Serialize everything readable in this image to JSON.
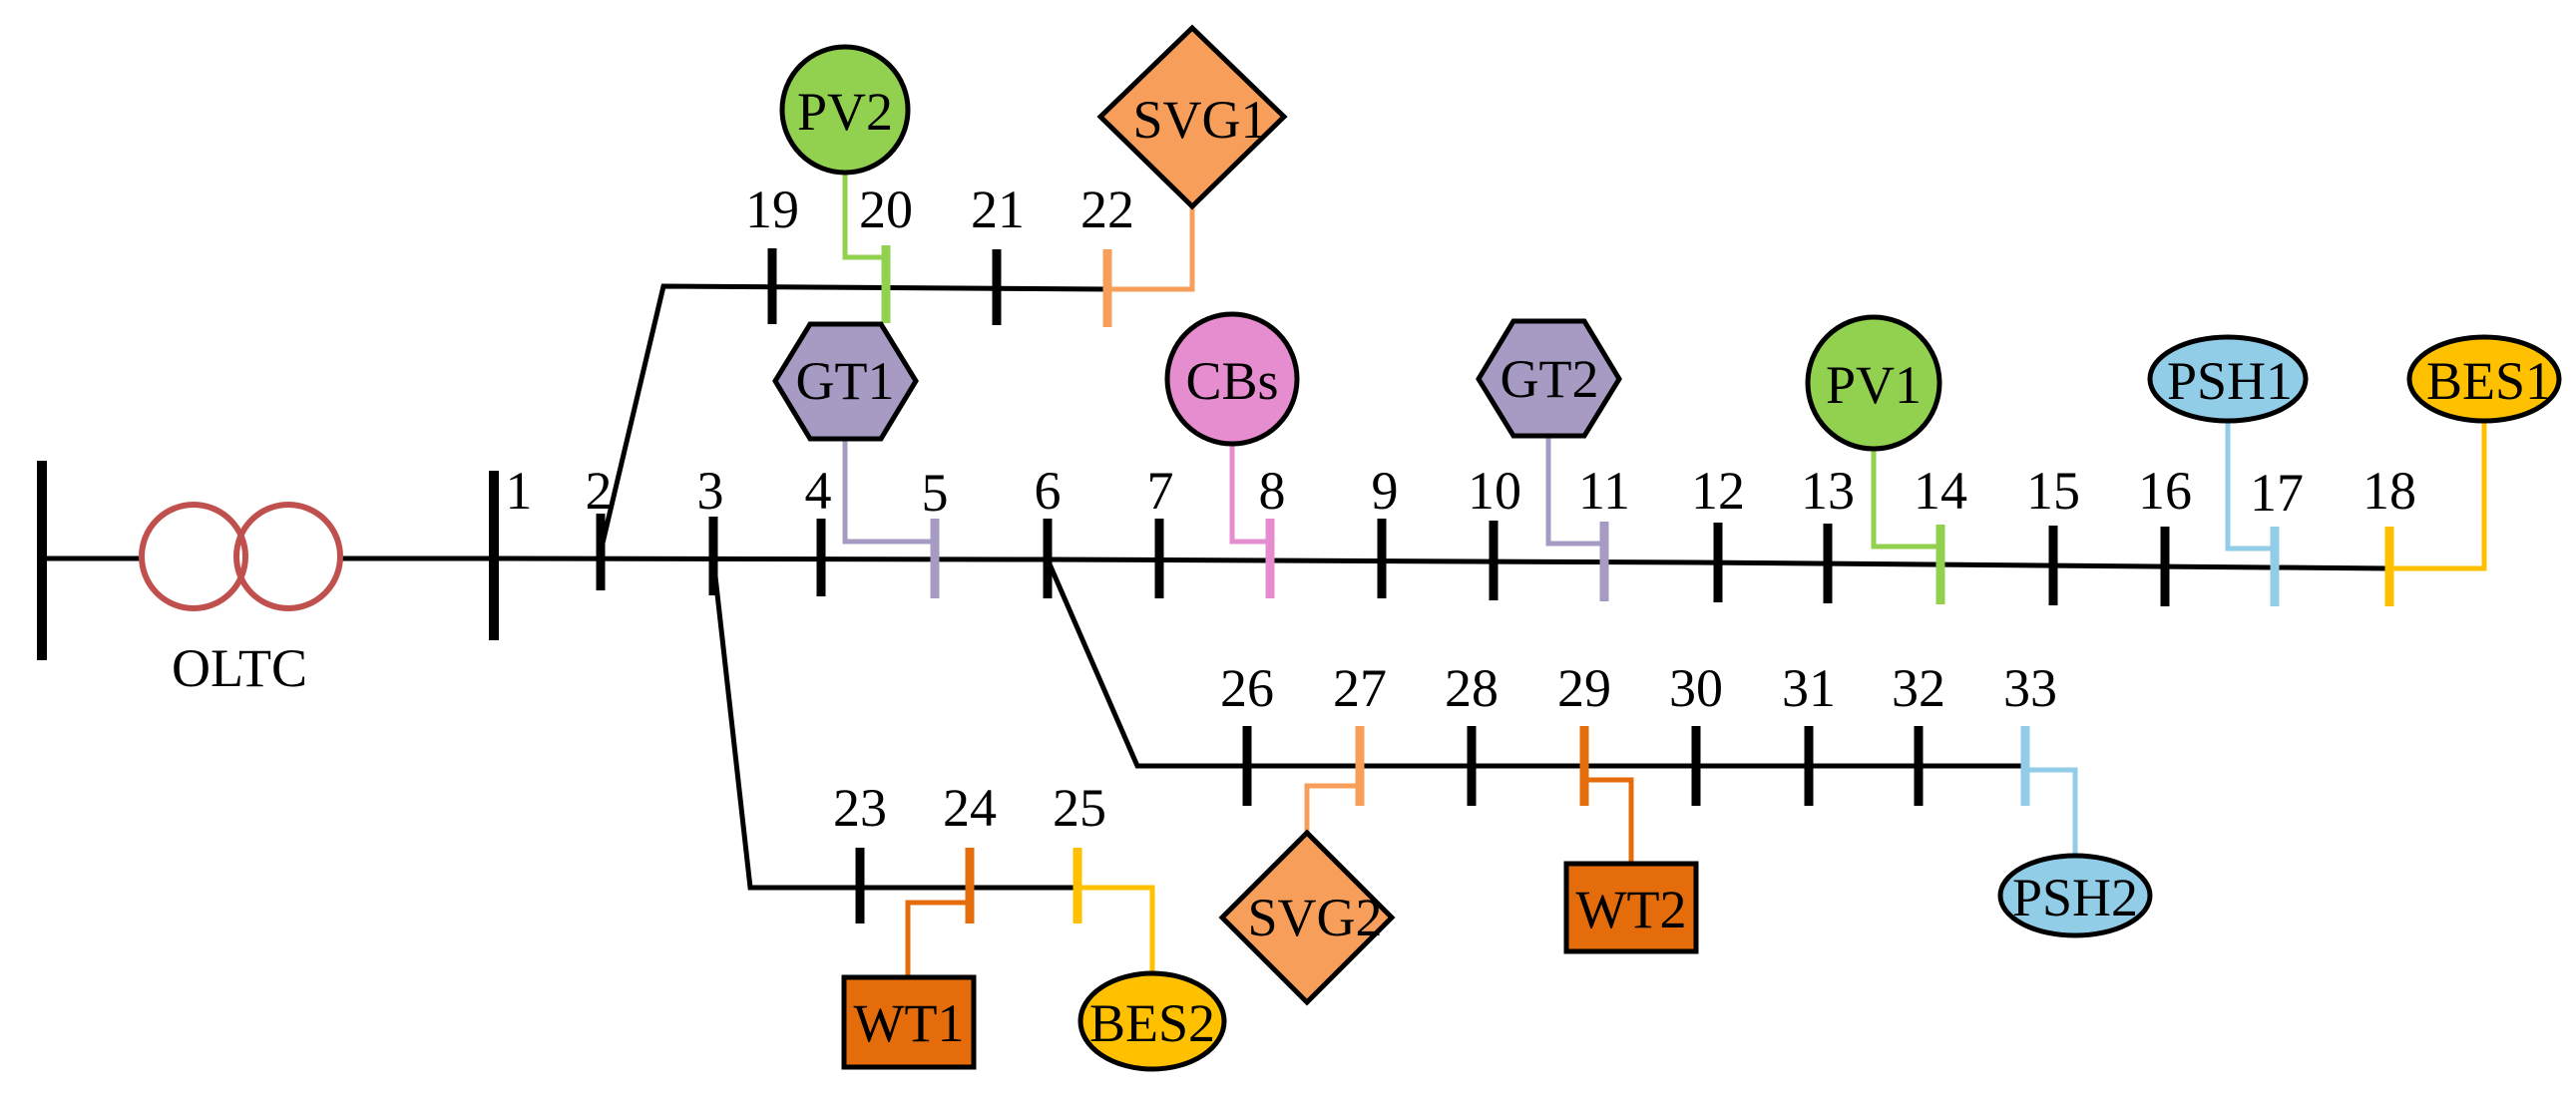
{
  "title": "",
  "transformer": {
    "label": "OLTC",
    "color": "#C0504D"
  },
  "colors": {
    "line": "#000000",
    "pv": "#92D050",
    "svg_device": "#F79E5A",
    "gt": "#A79BC4",
    "cbs": "#E68DD0",
    "psh": "#92CDE8",
    "bes": "#FFC000",
    "wt": "#E46C0A",
    "outline": "#000000"
  },
  "buses": [
    {
      "id": 1,
      "label": "1"
    },
    {
      "id": 2,
      "label": "2"
    },
    {
      "id": 3,
      "label": "3"
    },
    {
      "id": 4,
      "label": "4"
    },
    {
      "id": 5,
      "label": "5"
    },
    {
      "id": 6,
      "label": "6"
    },
    {
      "id": 7,
      "label": "7"
    },
    {
      "id": 8,
      "label": "8"
    },
    {
      "id": 9,
      "label": "9"
    },
    {
      "id": 10,
      "label": "10"
    },
    {
      "id": 11,
      "label": "11"
    },
    {
      "id": 12,
      "label": "12"
    },
    {
      "id": 13,
      "label": "13"
    },
    {
      "id": 14,
      "label": "14"
    },
    {
      "id": 15,
      "label": "15"
    },
    {
      "id": 16,
      "label": "16"
    },
    {
      "id": 17,
      "label": "17"
    },
    {
      "id": 18,
      "label": "18"
    },
    {
      "id": 19,
      "label": "19"
    },
    {
      "id": 20,
      "label": "20"
    },
    {
      "id": 21,
      "label": "21"
    },
    {
      "id": 22,
      "label": "22"
    },
    {
      "id": 23,
      "label": "23"
    },
    {
      "id": 24,
      "label": "24"
    },
    {
      "id": 25,
      "label": "25"
    },
    {
      "id": 26,
      "label": "26"
    },
    {
      "id": 27,
      "label": "27"
    },
    {
      "id": 28,
      "label": "28"
    },
    {
      "id": 29,
      "label": "29"
    },
    {
      "id": 30,
      "label": "30"
    },
    {
      "id": 31,
      "label": "31"
    },
    {
      "id": 32,
      "label": "32"
    },
    {
      "id": 33,
      "label": "33"
    }
  ],
  "devices": [
    {
      "id": "PV2",
      "label": "PV2",
      "shape": "circle",
      "bus": 20,
      "type": "pv"
    },
    {
      "id": "SVG1",
      "label": "SVG1",
      "shape": "diamond",
      "bus": 22,
      "type": "svg_device"
    },
    {
      "id": "GT1",
      "label": "GT1",
      "shape": "hexagon",
      "bus": 5,
      "type": "gt"
    },
    {
      "id": "CBs",
      "label": "CBs",
      "shape": "circle",
      "bus": 8,
      "type": "cbs"
    },
    {
      "id": "GT2",
      "label": "GT2",
      "shape": "hexagon",
      "bus": 11,
      "type": "gt"
    },
    {
      "id": "PV1",
      "label": "PV1",
      "shape": "circle",
      "bus": 14,
      "type": "pv"
    },
    {
      "id": "PSH1",
      "label": "PSH1",
      "shape": "ellipse",
      "bus": 17,
      "type": "psh"
    },
    {
      "id": "BES1",
      "label": "BES1",
      "shape": "ellipse",
      "bus": 18,
      "type": "bes"
    },
    {
      "id": "SVG2",
      "label": "SVG2",
      "shape": "diamond",
      "bus": 27,
      "type": "svg_device"
    },
    {
      "id": "WT2",
      "label": "WT2",
      "shape": "rect",
      "bus": 29,
      "type": "wt"
    },
    {
      "id": "PSH2",
      "label": "PSH2",
      "shape": "ellipse",
      "bus": 33,
      "type": "psh"
    },
    {
      "id": "WT1",
      "label": "WT1",
      "shape": "rect",
      "bus": 24,
      "type": "wt"
    },
    {
      "id": "BES2",
      "label": "BES2",
      "shape": "ellipse",
      "bus": 25,
      "type": "bes"
    }
  ]
}
